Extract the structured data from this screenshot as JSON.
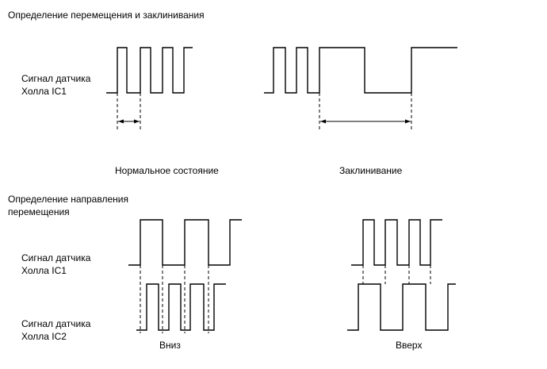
{
  "section1": {
    "title": "Определение перемещения и заклинивания",
    "signal_label": [
      "Сигнал датчика",
      "Холла IC1"
    ],
    "normal_caption": "Нормальное состояние",
    "jam_caption": "Заклинивание"
  },
  "section2": {
    "title": [
      "Определение направления",
      "перемещения"
    ],
    "ic1_label": [
      "Сигнал датчика",
      "Холла IC1"
    ],
    "ic2_label": [
      "Сигнал датчика",
      "Холла IC2"
    ],
    "down_caption": "Вниз",
    "up_caption": "Вверх"
  },
  "colors": {
    "line": "#000000",
    "background": "#ffffff"
  }
}
